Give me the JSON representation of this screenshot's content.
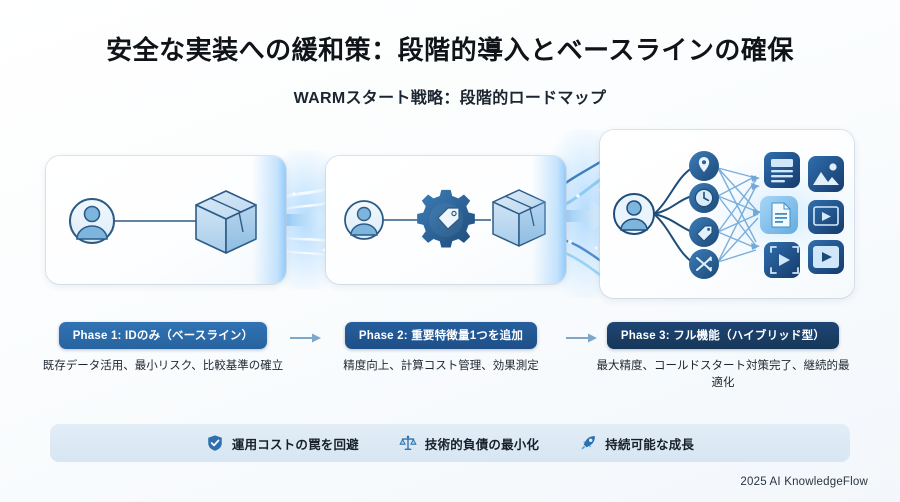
{
  "header": {
    "title": "安全な実装への緩和策：段階的導入とベースラインの確保",
    "subtitle": "WARMスタート戦略：段階的ロードマップ"
  },
  "diagram": {
    "panels": [
      {
        "id": "panel-1",
        "name": "phase-1-diagram",
        "icons": [
          "user-avatar-icon",
          "package-box-icon"
        ],
        "connector": "straight-line"
      },
      {
        "id": "panel-2",
        "name": "phase-2-diagram",
        "icons": [
          "user-avatar-icon",
          "gear-tag-icon",
          "package-box-icon"
        ],
        "connector": "straight-line"
      },
      {
        "id": "panel-3",
        "name": "phase-3-diagram",
        "icons": [
          "user-avatar-icon",
          "location-pin-icon",
          "clock-icon",
          "tag-icon",
          "shuffle-icon",
          "article-tile-icon",
          "image-tile-icon",
          "document-tile-icon",
          "video-window-tile-icon",
          "video-frame-tile-icon",
          "play-tile-icon"
        ],
        "connector": "neural-network-fan"
      }
    ],
    "transitions": [
      {
        "name": "flow-arrow-1",
        "icon": "right-arrow-glow-icon"
      },
      {
        "name": "flow-arrow-2",
        "icon": "right-arrow-glow-burst-icon"
      }
    ]
  },
  "phases": [
    {
      "badge": "Phase 1: IDのみ（ベースライン）",
      "desc": "既存データ活用、最小リスク、比較基準の確立",
      "color": "#27639f"
    },
    {
      "badge": "Phase 2: 重要特徴量1つを追加",
      "desc": "精度向上、計算コスト管理、効果測定",
      "color": "#1e4f88"
    },
    {
      "badge": "Phase 3: フル機能（ハイブリッド型）",
      "desc": "最大精度、コールドスタート対策完了、継続的最適化",
      "color": "#163758"
    }
  ],
  "phase_arrows": [
    {
      "name": "phase-transition-arrow-1",
      "icon": "arrow-right-icon"
    },
    {
      "name": "phase-transition-arrow-2",
      "icon": "arrow-right-icon"
    }
  ],
  "benefits": [
    {
      "icon": "shield-check-icon",
      "label": "運用コストの罠を回避"
    },
    {
      "icon": "scales-balance-icon",
      "label": "技術的負債の最小化"
    },
    {
      "icon": "rocket-icon",
      "label": "持続可能な成長"
    }
  ],
  "footer": {
    "text": "2025 AI KnowledgeFlow"
  },
  "colors": {
    "badge_light": "#27639f",
    "badge_mid": "#1e4f88",
    "badge_dark": "#163758",
    "benefit_bar": "#dae8f4",
    "accent_blue": "#2f7fc4",
    "page_bg": "#ffffff"
  }
}
